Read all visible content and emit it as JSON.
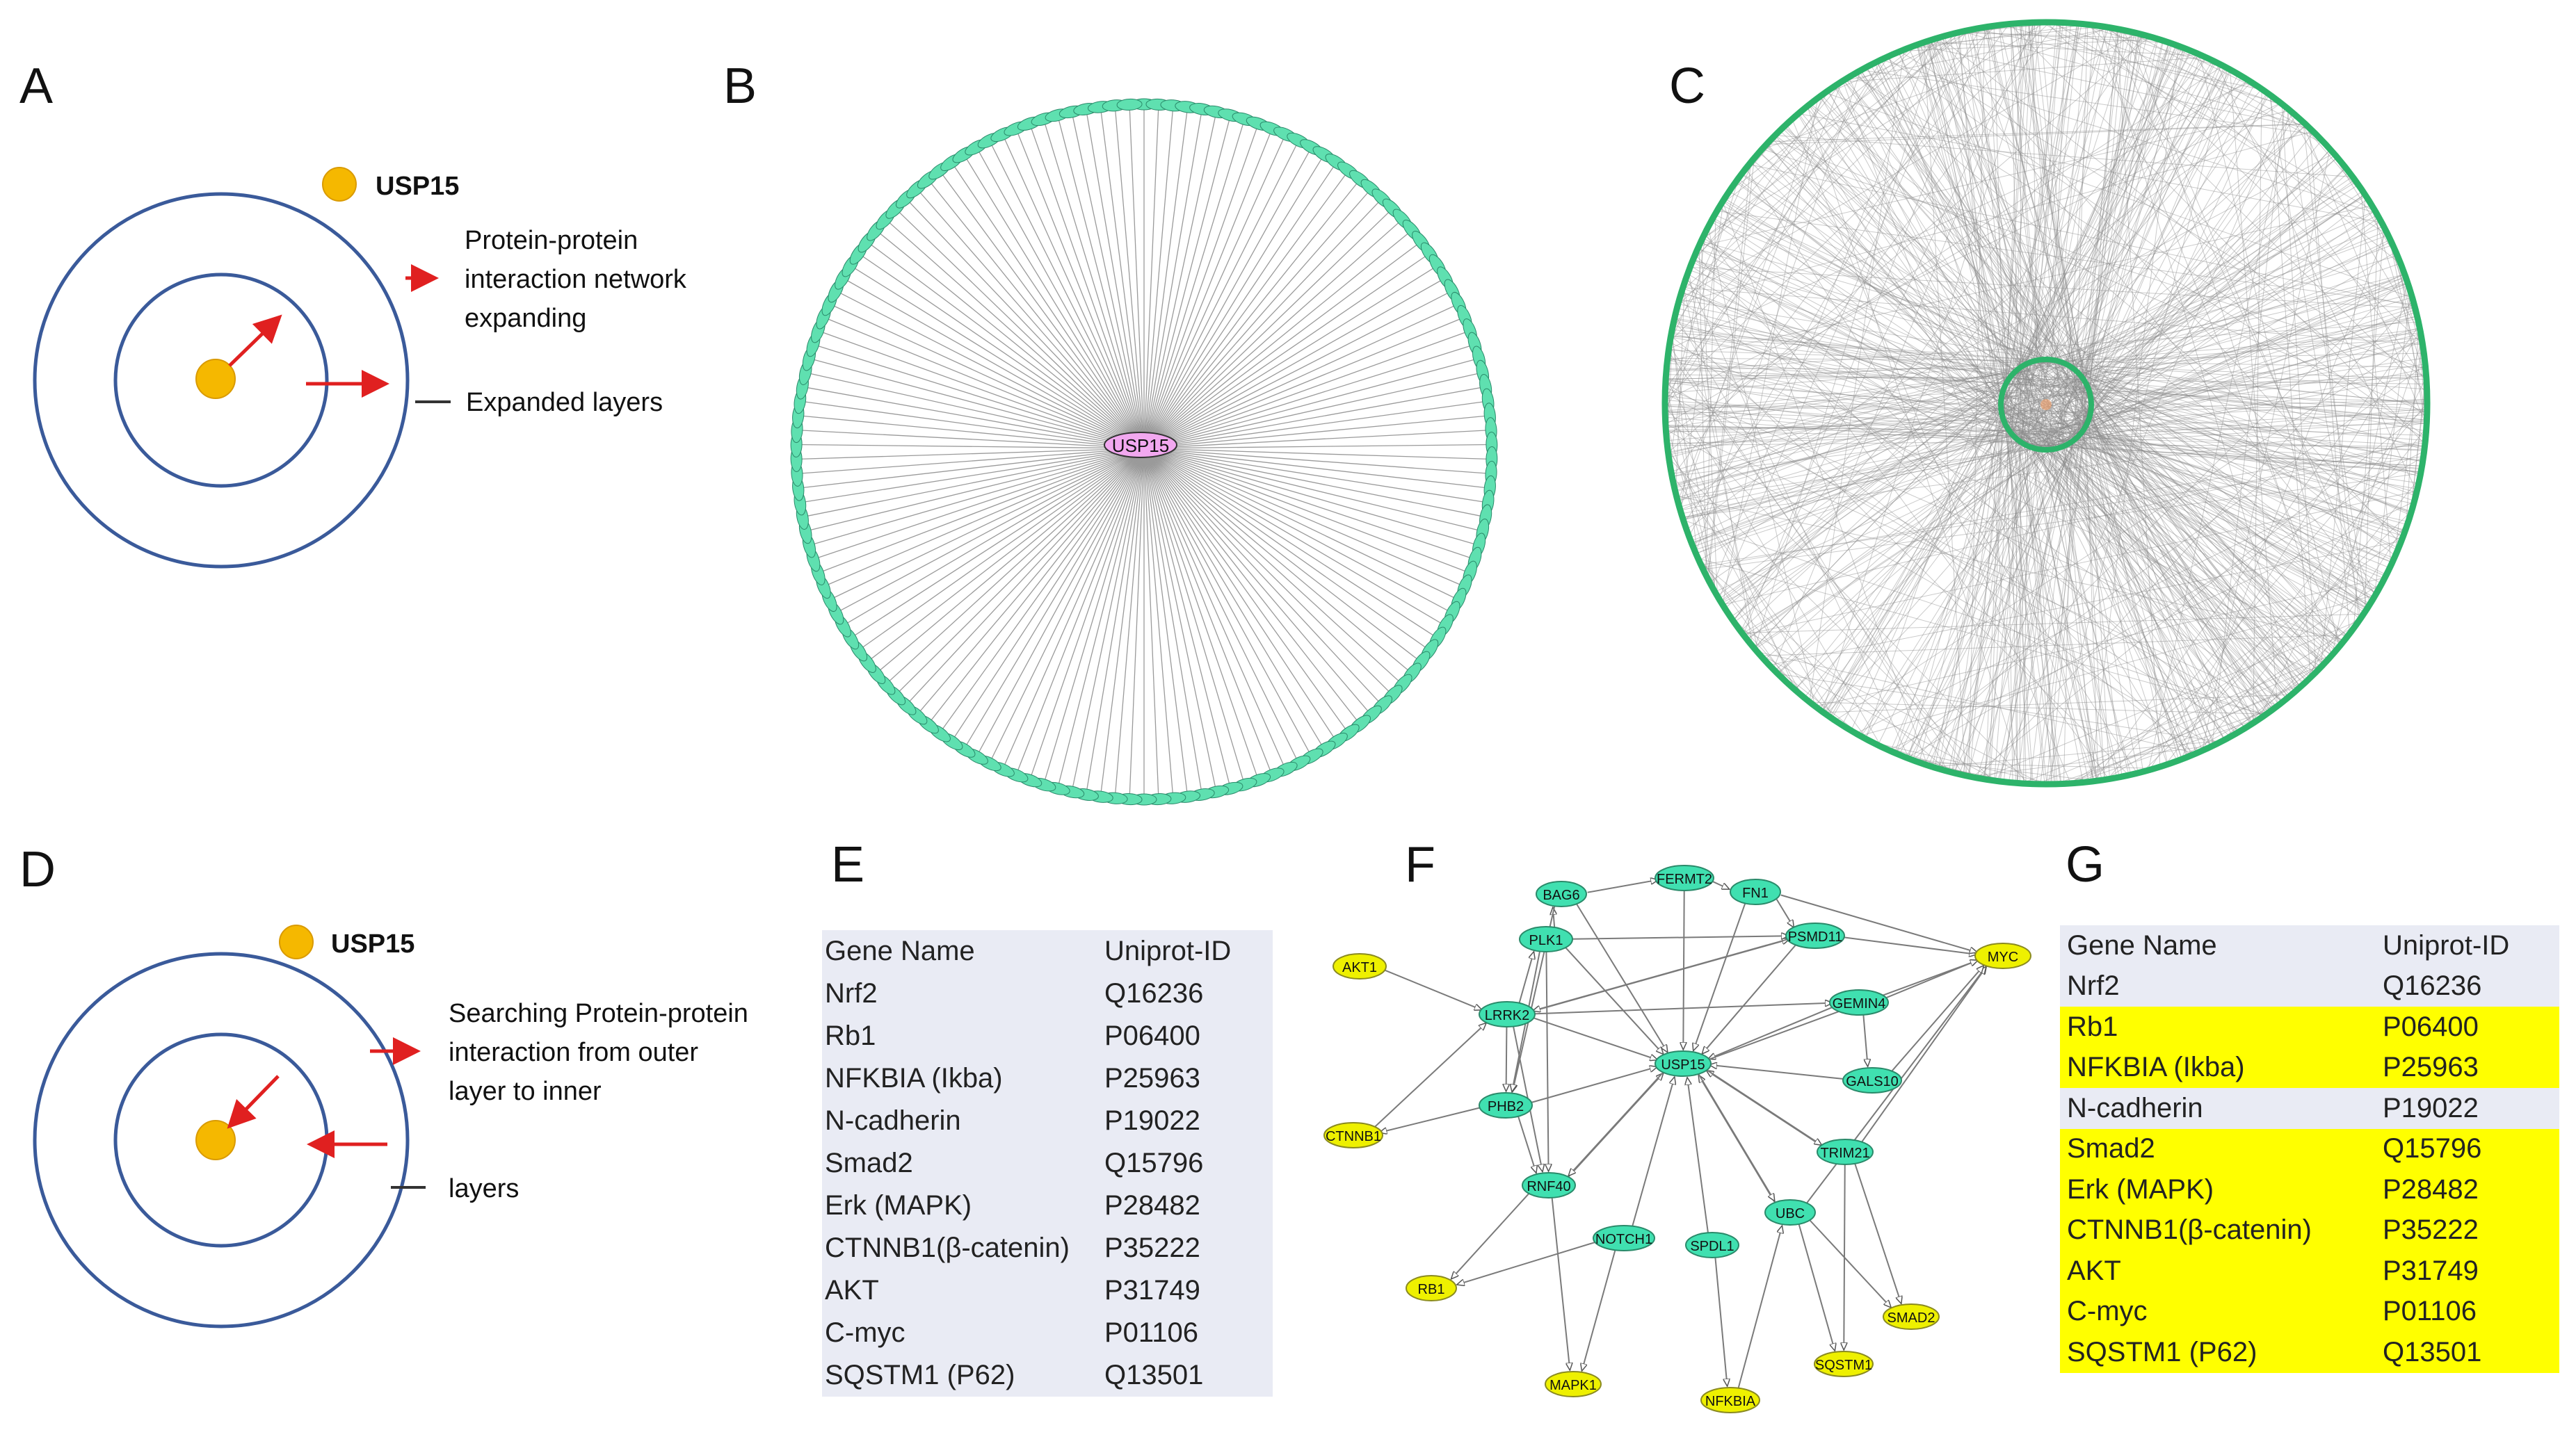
{
  "panels": {
    "A": {
      "letter": "A",
      "node_label": "USP15",
      "arrow_text": [
        "Protein-protein",
        "interaction network",
        "expanding"
      ],
      "layer_text": "Expanded layers"
    },
    "B": {
      "letter": "B",
      "center_label": "USP15"
    },
    "C": {
      "letter": "C"
    },
    "D": {
      "letter": "D",
      "node_label": "USP15",
      "arrow_text": [
        "Searching Protein-protein",
        "interaction from outer",
        "layer to inner"
      ],
      "layer_text": "layers"
    },
    "E": {
      "letter": "E"
    },
    "F": {
      "letter": "F"
    },
    "G": {
      "letter": "G"
    }
  },
  "tableE": {
    "headers": [
      "Gene Name",
      "Uniprot-ID"
    ],
    "rows": [
      {
        "gene": "Nrf2",
        "id": "Q16236"
      },
      {
        "gene": "Rb1",
        "id": "P06400"
      },
      {
        "gene": "NFKBIA (Ikba)",
        "id": "P25963"
      },
      {
        "gene": "N-cadherin",
        "id": "P19022"
      },
      {
        "gene": "Smad2",
        "id": "Q15796"
      },
      {
        "gene": "Erk (MAPK)",
        "id": "P28482"
      },
      {
        "gene": "CTNNB1(β-catenin)",
        "id": "P35222"
      },
      {
        "gene": "AKT",
        "id": "P31749"
      },
      {
        "gene": "C-myc",
        "id": "P01106"
      },
      {
        "gene": "SQSTM1 (P62)",
        "id": "Q13501"
      }
    ]
  },
  "tableG": {
    "headers": [
      "Gene Name",
      "Uniprot-ID"
    ],
    "rows": [
      {
        "gene": "Nrf2",
        "id": "Q16236",
        "highlighted": false
      },
      {
        "gene": "Rb1",
        "id": "P06400",
        "highlighted": true
      },
      {
        "gene": "NFKBIA (Ikba)",
        "id": "P25963",
        "highlighted": true
      },
      {
        "gene": "N-cadherin",
        "id": "P19022",
        "highlighted": false
      },
      {
        "gene": "Smad2",
        "id": "Q15796",
        "highlighted": true
      },
      {
        "gene": "Erk (MAPK)",
        "id": "P28482",
        "highlighted": true
      },
      {
        "gene": "CTNNB1(β-catenin)",
        "id": "P35222",
        "highlighted": true
      },
      {
        "gene": "AKT",
        "id": "P31749",
        "highlighted": true
      },
      {
        "gene": "C-myc",
        "id": "P01106",
        "highlighted": true
      },
      {
        "gene": "SQSTM1 (P62)",
        "id": "Q13501",
        "highlighted": true
      }
    ]
  },
  "networkF": {
    "nodes": [
      {
        "id": "BAG6",
        "kind": "hub"
      },
      {
        "id": "FERMT2",
        "kind": "hub"
      },
      {
        "id": "FN1",
        "kind": "hub"
      },
      {
        "id": "PLK1",
        "kind": "hub"
      },
      {
        "id": "PSMD11",
        "kind": "hub"
      },
      {
        "id": "LRRK2",
        "kind": "hub"
      },
      {
        "id": "GEMIN4",
        "kind": "hub"
      },
      {
        "id": "USP15",
        "kind": "hub"
      },
      {
        "id": "PHB2",
        "kind": "hub"
      },
      {
        "id": "GALS10",
        "kind": "hub"
      },
      {
        "id": "TRIM21",
        "kind": "hub"
      },
      {
        "id": "RNF40",
        "kind": "hub"
      },
      {
        "id": "UBC",
        "kind": "hub"
      },
      {
        "id": "NOTCH1",
        "kind": "hub"
      },
      {
        "id": "SPDL1",
        "kind": "hub"
      },
      {
        "id": "AKT1",
        "kind": "target"
      },
      {
        "id": "MYC",
        "kind": "target"
      },
      {
        "id": "CTNNB1",
        "kind": "target"
      },
      {
        "id": "RB1",
        "kind": "target"
      },
      {
        "id": "SMAD2",
        "kind": "target"
      },
      {
        "id": "SQSTM1",
        "kind": "target"
      },
      {
        "id": "MAPK1",
        "kind": "target"
      },
      {
        "id": "NFKBIA",
        "kind": "target"
      }
    ]
  },
  "colors": {
    "node_orange": "#f5b800",
    "ring_blue": "#3a5a9a",
    "arrow_red": "#e02020",
    "node_green": "#40e0b0",
    "node_yellow": "#eef000",
    "highlight": "#ffff00",
    "table_bg": "#e9ebf4",
    "ring_green": "#2db36a",
    "center_pink": "#f2a8f0"
  }
}
